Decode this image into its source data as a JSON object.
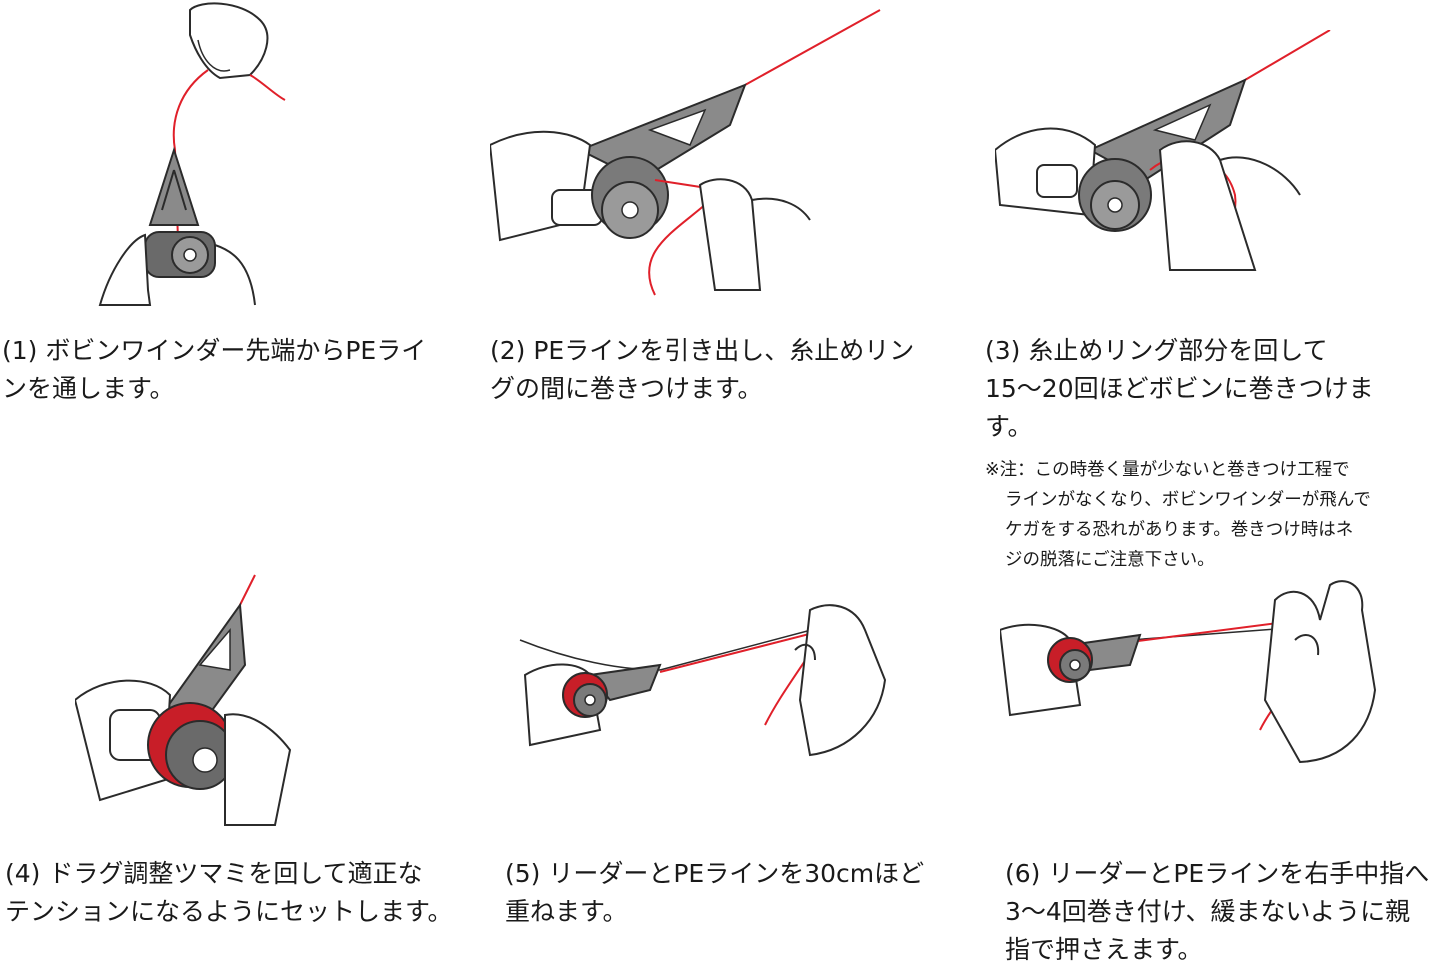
{
  "steps": [
    {
      "line1": "(1) ボビンワインダー先端からPEライ",
      "line2": "ンを通します。"
    },
    {
      "line1": "(2) PEラインを引き出し、糸止めリン",
      "line2": "グの間に巻きつけます。"
    },
    {
      "line1": "(3) 糸止めリング部分を回して",
      "line2": "15〜20回ほどボビンに巻きつけま",
      "line3": "す。"
    },
    {
      "line1": "(4) ドラグ調整ツマミを回して適正な",
      "line2": "テンションになるようにセットします。"
    },
    {
      "line1": "(5) リーダーとPEラインを30cmほど",
      "line2": "重ねます。"
    },
    {
      "line1": "(6) リーダーとPEラインを右手中指へ",
      "line2": "3〜4回巻き付け、緩まないように親",
      "line3": "指で押さえます。"
    }
  ],
  "note": {
    "line1": "※注：この時巻く量が少ないと巻きつけ工程で",
    "line2": "ラインがなくなり、ボビンワインダーが飛んで",
    "line3": "ケガをする恐れがあります。巻きつけ時はネ",
    "line4": "ジの脱落にご注意下さい。"
  },
  "colors": {
    "line": "#e0202a",
    "ink": "#2b2b2b",
    "body": "#8a8a8a",
    "spool_red": "#c81e28"
  }
}
